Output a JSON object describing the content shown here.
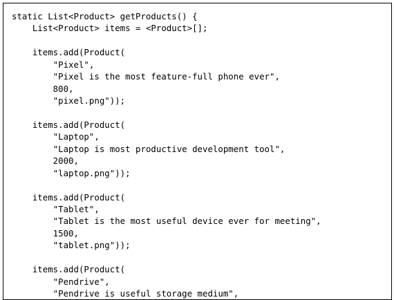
{
  "code": {
    "lines": [
      "static List<Product> getProducts() {",
      "    List<Product> items = <Product>[];",
      "",
      "    items.add(Product(",
      "        \"Pixel\",",
      "        \"Pixel is the most feature-full phone ever\",",
      "        800,",
      "        \"pixel.png\"));",
      "",
      "    items.add(Product(",
      "        \"Laptop\",",
      "        \"Laptop is most productive development tool\",",
      "        2000,",
      "        \"laptop.png\"));",
      "",
      "    items.add(Product(",
      "        \"Tablet\",",
      "        \"Tablet is the most useful device ever for meeting\",",
      "        1500,",
      "        \"tablet.png\"));",
      "",
      "    items.add(Product(",
      "        \"Pendrive\",",
      "        \"Pendrive is useful storage medium\","
    ]
  }
}
